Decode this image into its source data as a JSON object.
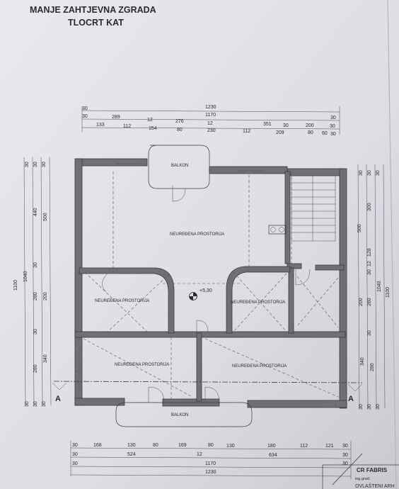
{
  "title": {
    "line1": "MANJE ZAHTJEVNA ZGRADA",
    "line2": "TLOCRT KAT"
  },
  "rooms": {
    "balcony_top": "BALKON",
    "balcony_bottom": "BALKON",
    "big": "NEUREĐENA PROSTORIJA",
    "mid_left": "NEUREĐENA PROSTORIJA",
    "mid_right": "NEUREĐENA PROSTORIJA",
    "bottom_left": "NEUREĐENA PROSTORIJA",
    "bottom_right": "NEUREĐENA PROSTORIJA"
  },
  "level_mark": "+5,30",
  "section_marks": {
    "left": "A",
    "right": "A"
  },
  "top_dims": {
    "row1": [
      "1230"
    ],
    "row1_end": [
      "30"
    ],
    "row2": [
      "30",
      "289",
      "12",
      "276",
      "12",
      "351",
      "30"
    ],
    "row2_total": "1170",
    "row3": [
      "30",
      "133",
      "112",
      "154",
      "80",
      "230",
      "112",
      "209",
      "30",
      "200",
      "30"
    ],
    "row3_end": [
      "80",
      "60",
      "30"
    ]
  },
  "left_dims": {
    "outer": "1100",
    "second": "1040",
    "parts_a": [
      "30",
      "440",
      "30",
      "280",
      "30",
      "280",
      "30"
    ],
    "parts_b": [
      "500",
      "200",
      "340"
    ],
    "corner": [
      "30",
      "30",
      "30",
      "30"
    ]
  },
  "right_dims": {
    "outer": "1100",
    "second": "1040",
    "parts_a": [
      "30",
      "300",
      "500",
      "128",
      "12",
      "30",
      "260",
      "30",
      "280",
      "30"
    ],
    "parts_b": [
      "200",
      "340"
    ],
    "corner": [
      "30",
      "30",
      "30",
      "30"
    ]
  },
  "bottom_dims": {
    "row1": [
      "30",
      "168",
      "130",
      "80",
      "169",
      "80",
      "130",
      "180",
      "112",
      "121",
      "30"
    ],
    "row2": [
      "30",
      "524",
      "12",
      "634",
      "30"
    ],
    "row3_total": "1170",
    "row3_end": [
      "30",
      "30"
    ],
    "row4_total": "1230"
  },
  "stamp": {
    "line1": "CR FABRIS",
    "line2": "ing.grad.",
    "line3": "OVLAŠTENI ARH"
  }
}
